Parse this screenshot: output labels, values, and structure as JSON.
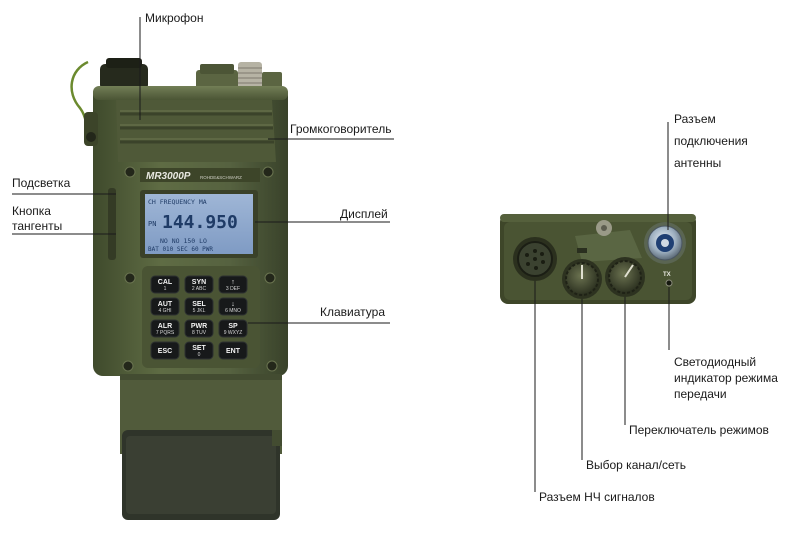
{
  "device": {
    "model_label": "MR3000P",
    "brand_label": "ROHDE&SCHWARZ",
    "tx_label": "TX"
  },
  "lcd": {
    "line1": "CH  FREQUENCY  MA",
    "line2_prefix": "PN",
    "frequency": "144.950",
    "line3": "NO  NO  150  LO",
    "line4": "BAT 010 SEC 60 PWR"
  },
  "keypad": [
    {
      "main": "CAL",
      "sub": "1"
    },
    {
      "main": "SYN",
      "sub": "2 ABC"
    },
    {
      "main": "↑",
      "sub": "3 DEF"
    },
    {
      "main": "AUT",
      "sub": "4 GHI"
    },
    {
      "main": "SEL",
      "sub": "5 JKL"
    },
    {
      "main": "↓",
      "sub": "6 MNO"
    },
    {
      "main": "ALR",
      "sub": "7 PQRS"
    },
    {
      "main": "PWR",
      "sub": "8 TUV"
    },
    {
      "main": "SP",
      "sub": "9 WXYZ"
    },
    {
      "main": "ESC",
      "sub": ""
    },
    {
      "main": "SET",
      "sub": "0"
    },
    {
      "main": "ENT",
      "sub": ""
    }
  ],
  "callouts": {
    "microphone": "Микрофон",
    "speaker": "Громкоговоритель",
    "backlight": "Подсветка",
    "ptt_button": "Кнопка тангенты",
    "display": "Дисплей",
    "keyboard": "Клавиатура",
    "antenna_connector": "Разъем подключения антенны",
    "tx_led": "Светодиодный индикатор режима передачи",
    "mode_switch": "Переключатель режимов",
    "channel_selector": "Выбор канал/сеть",
    "audio_connector": "Разъем НЧ сигналов"
  }
}
